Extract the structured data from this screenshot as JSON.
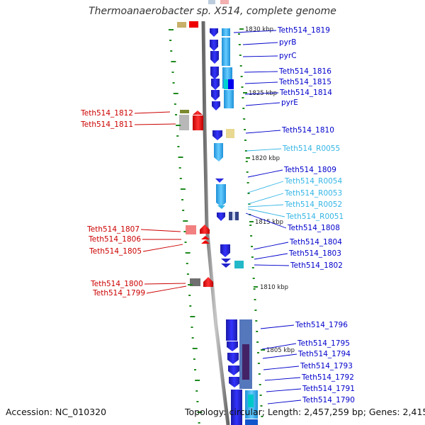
{
  "title": "Thermoanaerobacter sp. X514, complete genome",
  "footer": {
    "accession": "Accession: NC_010320",
    "summary": "Topology: circular; Length: 2,457,259 bp; Genes: 2,415"
  },
  "colors": {
    "ruler": "#1f8a1f",
    "backbone": "#8a8a8a",
    "label_right": "#0000cc",
    "label_left": "#cc0000",
    "label_rna": "#33b5e5",
    "tick_text": "#222222"
  },
  "ticks": [
    "1830 kbp",
    "1825 kbp",
    "1820 kbp",
    "1815 kbp",
    "1810 kbp",
    "1805 kbp"
  ],
  "right_labels": [
    "Teth514_1819",
    "pyrB",
    "pyrC",
    "Teth514_1816",
    "Teth514_1815",
    "Teth514_1814",
    "pyrE",
    "Teth514_1810",
    "Teth514_R0055",
    "Teth514_1809",
    "Teth514_R0054",
    "Teth514_R0053",
    "Teth514_R0052",
    "Teth514_R0051",
    "Teth514_1808",
    "Teth514_1804",
    "Teth514_1803",
    "Teth514_1802",
    "Teth514_1796",
    "Teth514_1795",
    "Teth514_1794",
    "Teth514_1793",
    "Teth514_1792",
    "Teth514_1791",
    "Teth514_1790"
  ],
  "left_labels": [
    "Teth514_1812",
    "Teth514_1811",
    "Teth514_1807",
    "Teth514_1806",
    "Teth514_1805",
    "Teth514_1800",
    "Teth514_1799"
  ]
}
